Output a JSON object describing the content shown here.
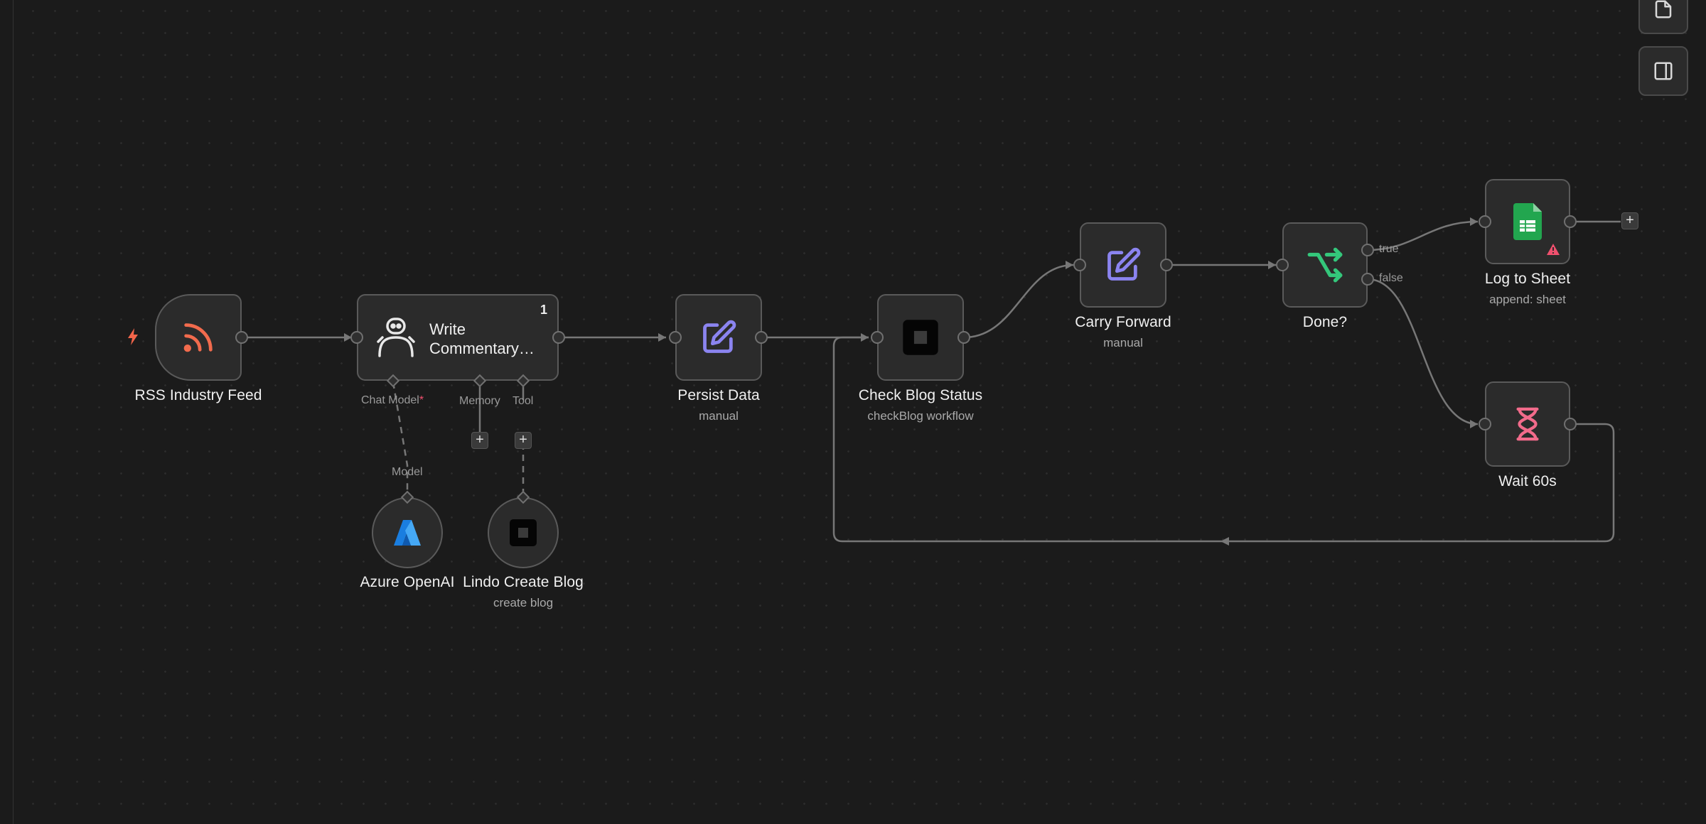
{
  "nodes": {
    "rss": {
      "label": "RSS Industry Feed",
      "icon": "rss-icon",
      "color": "#f26b4d"
    },
    "agent": {
      "label": "Write Commentary…",
      "badge": "1",
      "icon": "robot-icon",
      "sub_ports": [
        {
          "label": "Chat Model",
          "required": "*"
        },
        {
          "label": "Memory"
        },
        {
          "label": "Tool"
        }
      ]
    },
    "persist": {
      "label": "Persist Data",
      "subtitle": "manual",
      "icon": "pencil-edit-icon",
      "color": "#8b84f0"
    },
    "check_blog": {
      "label": "Check Blog Status",
      "subtitle": "checkBlog workflow",
      "icon": "square-stop-icon"
    },
    "carry": {
      "label": "Carry Forward",
      "subtitle": "manual",
      "icon": "pencil-edit-icon",
      "color": "#8b84f0"
    },
    "done": {
      "label": "Done?",
      "icon": "branch-split-icon",
      "color": "#34c77b",
      "true_label": "true",
      "false_label": "false"
    },
    "log_sheet": {
      "label": "Log to Sheet",
      "subtitle": "append: sheet",
      "icon": "google-sheets-icon",
      "color": "#22a64f",
      "warning_icon": "warning-triangle-icon",
      "warning_color": "#f0506e"
    },
    "wait": {
      "label": "Wait 60s",
      "icon": "hourglass-icon",
      "color": "#f26b8b"
    },
    "azure": {
      "label": "Azure OpenAI",
      "icon": "azure-logo-icon",
      "conn_label": "Model"
    },
    "lindo": {
      "label": "Lindo Create Blog",
      "subtitle": "create blog",
      "icon": "square-stop-icon"
    }
  },
  "plus_label": "+",
  "toolbar": {
    "icons": [
      "sticky-note-icon",
      "panel-toggle-icon"
    ]
  }
}
